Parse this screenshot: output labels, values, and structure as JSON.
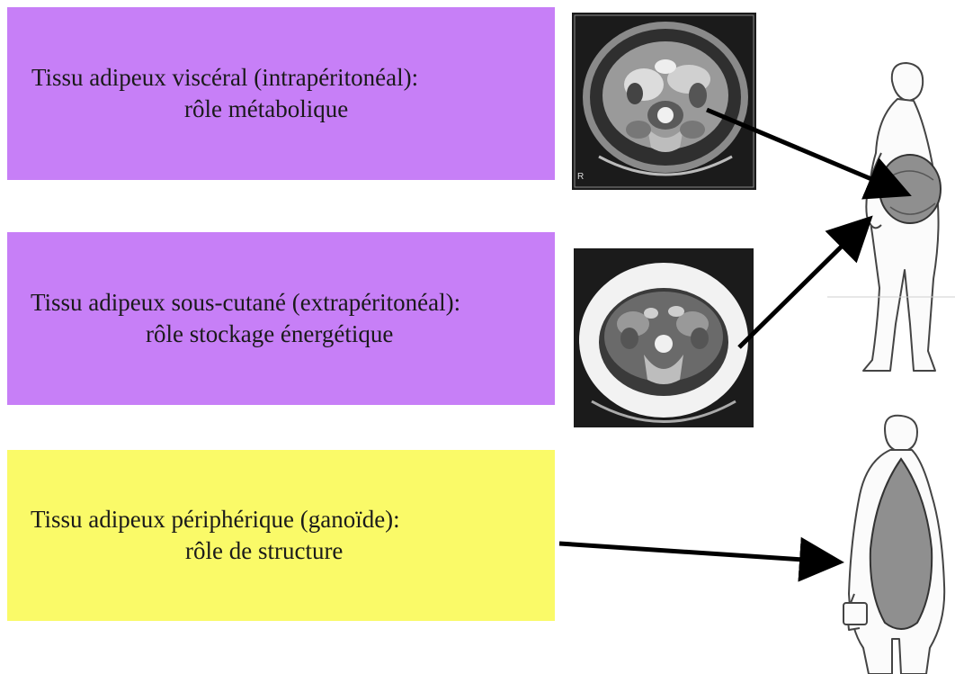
{
  "boxes": [
    {
      "line1": "Tissu adipeux viscéral (intrapéritonéal):",
      "line2": "rôle métabolique",
      "color": "#c77ff7"
    },
    {
      "line1": "Tissu adipeux sous-cutané (extrapéritonéal):",
      "line2": "rôle stockage énergétique",
      "color": "#c77ff7"
    },
    {
      "line1": "Tissu adipeux périphérique (ganoïde):",
      "line2": "rôle de structure",
      "color": "#fafa68"
    }
  ],
  "images": [
    {
      "name": "ct-scan-visceral-fat"
    },
    {
      "name": "ct-scan-subcutaneous-fat"
    },
    {
      "name": "illustration-android-obesity-figure"
    },
    {
      "name": "illustration-gynoid-obesity-figure"
    }
  ]
}
